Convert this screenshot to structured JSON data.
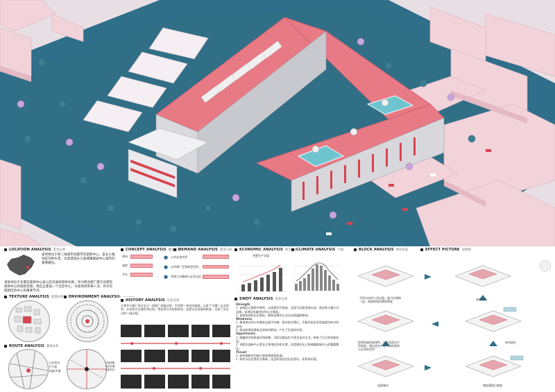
{
  "colors": {
    "roof": "#e87a86",
    "water": "#2f6f8a",
    "ground": "#e9dfe6",
    "pinkBuilding": "#f2d3da",
    "accent": "#d8434f",
    "text": "#222222"
  },
  "location": {
    "title": "LOCATION ANALYSIS",
    "title_cn": "区位分析",
    "para1": "该项目位于新二线城市合肥市东部新中心，是长三角地区的桥头堡，也是建设长三角城镇群副中心城市的重要舞台。",
    "para2": "该地块位于合肥东部新中心核心区滨湖高架桥北侧，作为原合肥厂属于合肥东部新中心的规划范围，现在正建设一个社区中心，为该地块带来人流，作为东部新区的中心的重要节点。"
  },
  "texture": {
    "title": "TEXTURE ANALYSIS",
    "title_cn": "肌理分析"
  },
  "environment": {
    "title": "ENVIRONMENT ANALYSIS",
    "title_cn": "环境分析"
  },
  "route": {
    "title": "ROUTE ANALYSIS",
    "title_cn": "路线分析",
    "legend": [
      "公交站点",
      "主干道",
      "支路/步道",
      "次级道路",
      "轨道交通",
      "合肥东站"
    ]
  },
  "concept": {
    "title": "CONCEPT ANALYSIS",
    "title_cn": "概念分析",
    "rows": [
      "原场",
      "改造",
      "平台"
    ]
  },
  "demand": {
    "title": "DEMAND ANALYSIS",
    "title_cn": "需求分析",
    "rows": [
      "公共交流空间",
      "从传统厂区到新型空间",
      "传统工业精神与文化记忆"
    ]
  },
  "economic": {
    "title": "ECONOMIC ANALYSIS",
    "title_cn": "经济分析",
    "chart_title": "合肥生产总值"
  },
  "climate": {
    "title": "CLIMATE ANALYSIS",
    "title_cn": "气候分析"
  },
  "history": {
    "title": "HISTORY ANALYSIS",
    "title_cn": "历史分析",
    "para": "工程为马钢厂的分支之一轮船厂发展过程，中间是一条时间轴线，记录了马钢厂从无到有、从有到大且曲折的过程，把自然与文化相结合，这是企业发展的轨迹，记录了见证过的一段历程。"
  },
  "swot": {
    "title": "SWOT ANALYSIS",
    "title_cn": "态势分析",
    "strength": "Strength",
    "s1": "1. 该地区交通条件便利，左面是东环高架，北面不远是滨湖公园，周边有大量公共设施，该地区有着良好的公交服务。",
    "s2": "2. 该地块具有历史遗存，拥有深厚的工业文化底蕴和影响。",
    "weakness": "Weakness",
    "w1": "1. 基地周边的公共服务设施不完善，配对较为落后，不能对本区的发展提供有力的支持。",
    "w2": "2. 周边新建的建筑品质有所影响，产生了负面的作用。",
    "opportunity": "Opportunity",
    "o1": "1. 随着经济的发展环境改善，河段功能由生产逐步走向生活，带来了巨大的改变机会。",
    "o2": "2. 合肥东部新中心是长三角地区的桥头堡，也是建设长三角城镇群副中心的重要舞台。",
    "threat": "Threat",
    "t1": "1. 如何使新的功能与原有建筑相协调。",
    "t2": "2. 如何以历史遗存为基础，适当利用这些历史遗存，发挥其价值。"
  },
  "block": {
    "title": "BLOCK ANALYSIS",
    "title_cn": "体块生成",
    "captions": [
      "不同方向的人进出面，吸引在建筑一层，保留原有的建筑骨架",
      "体块拉升",
      "依然保留的延伸性，以及创造出不同高度，通过退台产生不同的视线与交流的空间",
      "体块退台",
      "连接城市",
      "增加通道与跨度"
    ]
  },
  "effect": {
    "title": "EFFECT PICTURE",
    "title_cn": "效果图"
  }
}
